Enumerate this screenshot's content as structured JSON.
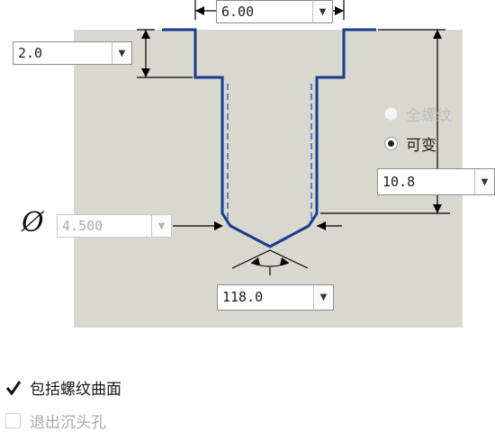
{
  "dimensions": {
    "head_diameter": "6.00",
    "head_depth": "2.0",
    "thread_depth": "10.8",
    "hole_diameter": "4.500",
    "drill_angle": "118.0"
  },
  "thread_mode": {
    "full_thread_label": "全螺纹",
    "variable_label": "可变",
    "selected": "variable"
  },
  "options": {
    "include_thread_surface_label": "包括螺纹曲面",
    "include_thread_surface_checked": true,
    "exit_countersink_label": "退出沉头孔",
    "exit_countersink_checked": false
  },
  "symbols": {
    "diameter": "Ø"
  },
  "colors": {
    "panel": "#d9d8cf",
    "profile": "#1a3a8c",
    "dim_line": "#000000"
  }
}
